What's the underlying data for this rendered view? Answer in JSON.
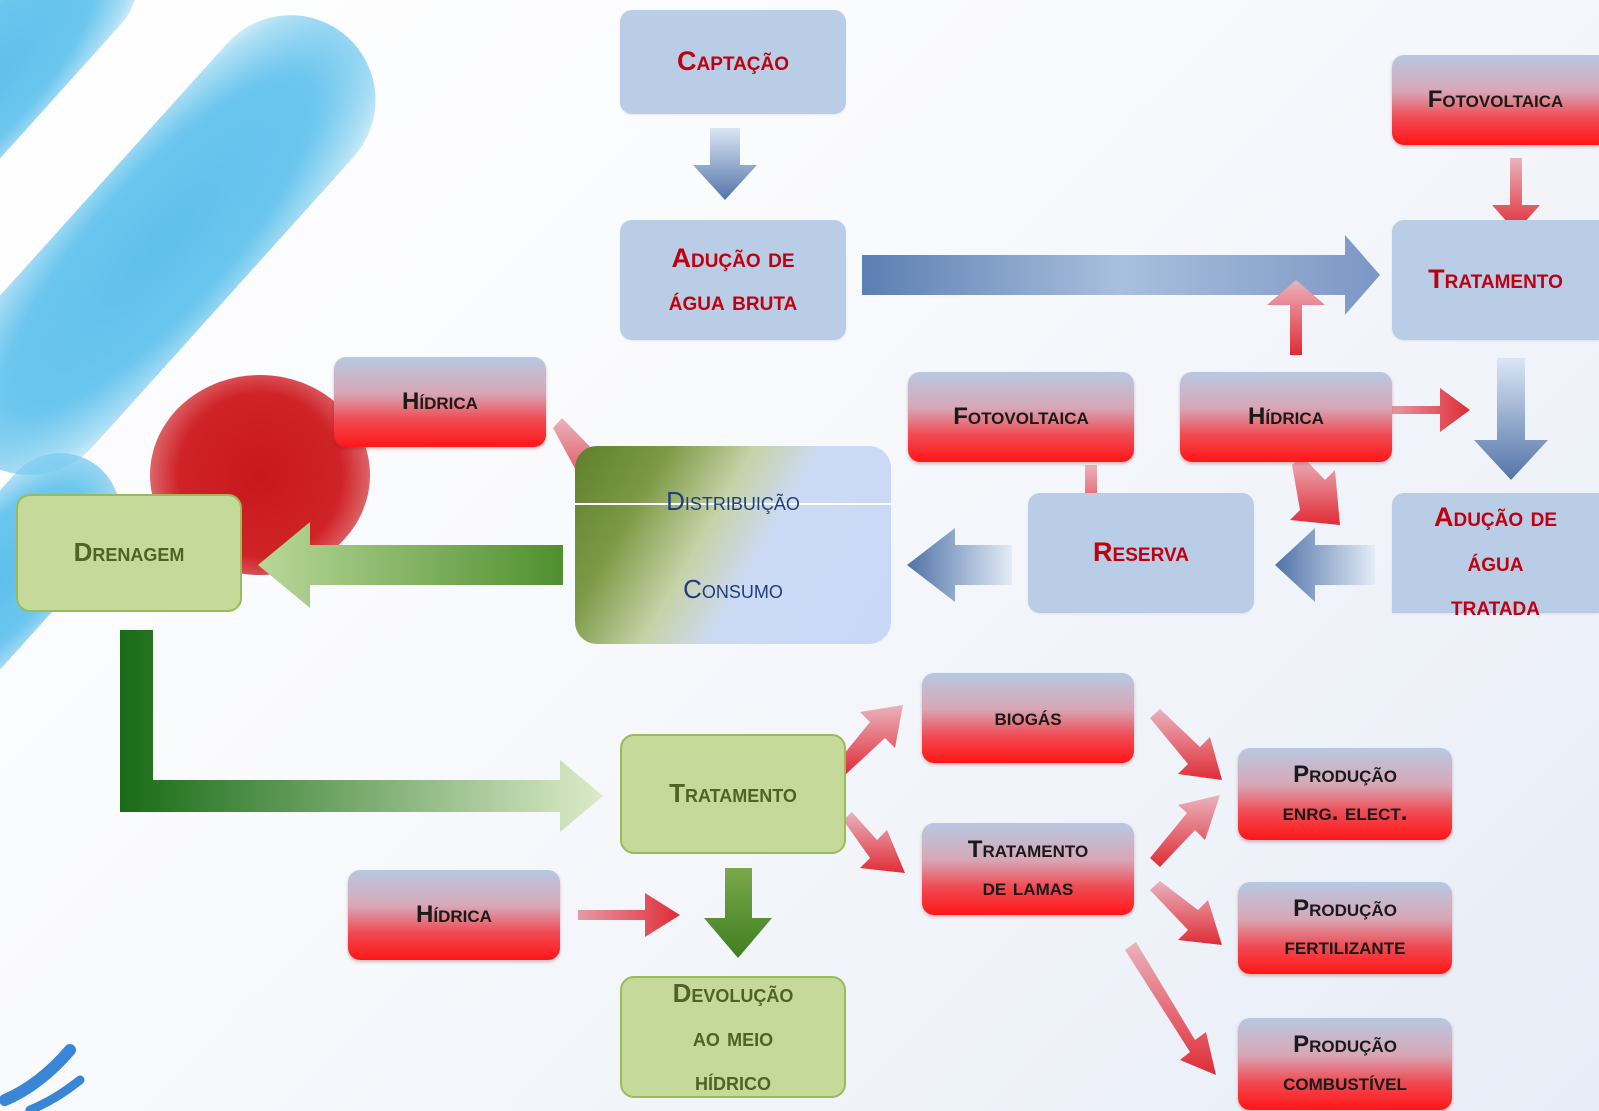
{
  "nodes": {
    "captacao": "Captação",
    "aducao_bruta_1": "Adução de",
    "aducao_bruta_2": "água bruta",
    "fotovoltaica_top": "Fotovoltaica",
    "tratamento_agua": "Tratamento",
    "hidrica_mid": "Hídrica",
    "fotovoltaica_mid": "Fotovoltaica",
    "hidrica_left": "Hídrica",
    "reserva": "Reserva",
    "aducao_tratada_1": "Adução de",
    "aducao_tratada_2": "água",
    "aducao_tratada_3": "tratada",
    "distribuicao": "Distribuição",
    "consumo": "Consumo",
    "drenagem": "Drenagem",
    "tratamento_residual": "Tratamento",
    "biogas": "biogás",
    "tratamento_lamas_1": "Tratamento",
    "tratamento_lamas_2": "de lamas",
    "producao_energia_1": "Produção",
    "producao_energia_2": "enrg. elect.",
    "producao_fertilizante_1": "Produção",
    "producao_fertilizante_2": "fertilizante",
    "producao_combustivel_1": "Produção",
    "producao_combustivel_2": "combustível",
    "hidrica_bottom": "Hídrica",
    "devolucao_1": "Devolução",
    "devolucao_2": "ao meio",
    "devolucao_3": "hídrico"
  },
  "colors": {
    "blue_box": "#b9cde6",
    "blue_box_text": "#c0000f",
    "red_box_bottom": "#ff1616",
    "green_box": "#c4d99a",
    "green_text": "#4f6228",
    "arrow_blue": "#5b7fb3",
    "arrow_red": "#e0505a",
    "arrow_green": "#3f7f1f"
  }
}
